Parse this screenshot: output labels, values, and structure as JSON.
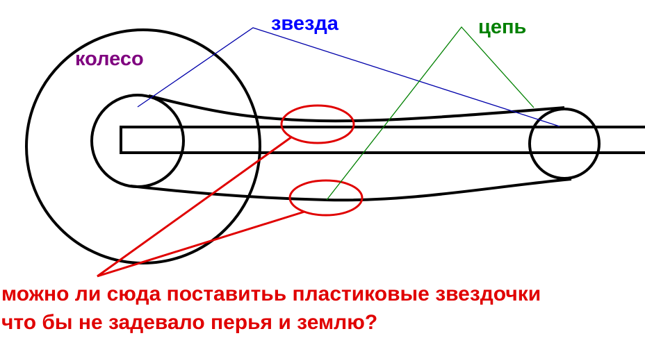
{
  "labels": {
    "wheel": "колесо",
    "sprocket": "звезда",
    "chain": "цепь"
  },
  "question": {
    "line1": "можно ли сюда поставитьь пластиковые звездочки",
    "line2": "что бы не задевало перья и землю?"
  },
  "colors": {
    "background": "#ffffff",
    "outline": "#000000",
    "wheel_label": "#7f007f",
    "sprocket_label": "#0000ff",
    "sprocket_pointer": "#0000aa",
    "chain_label": "#008000",
    "chain_pointer": "#008000",
    "highlight": "#e00000"
  },
  "icons": {
    "wheel": "large-circle",
    "front_sprocket": "small-circle",
    "rear_sprocket": "small-circle",
    "swingarm": "rectangle-bar",
    "contact_zone": "red-ellipse"
  }
}
